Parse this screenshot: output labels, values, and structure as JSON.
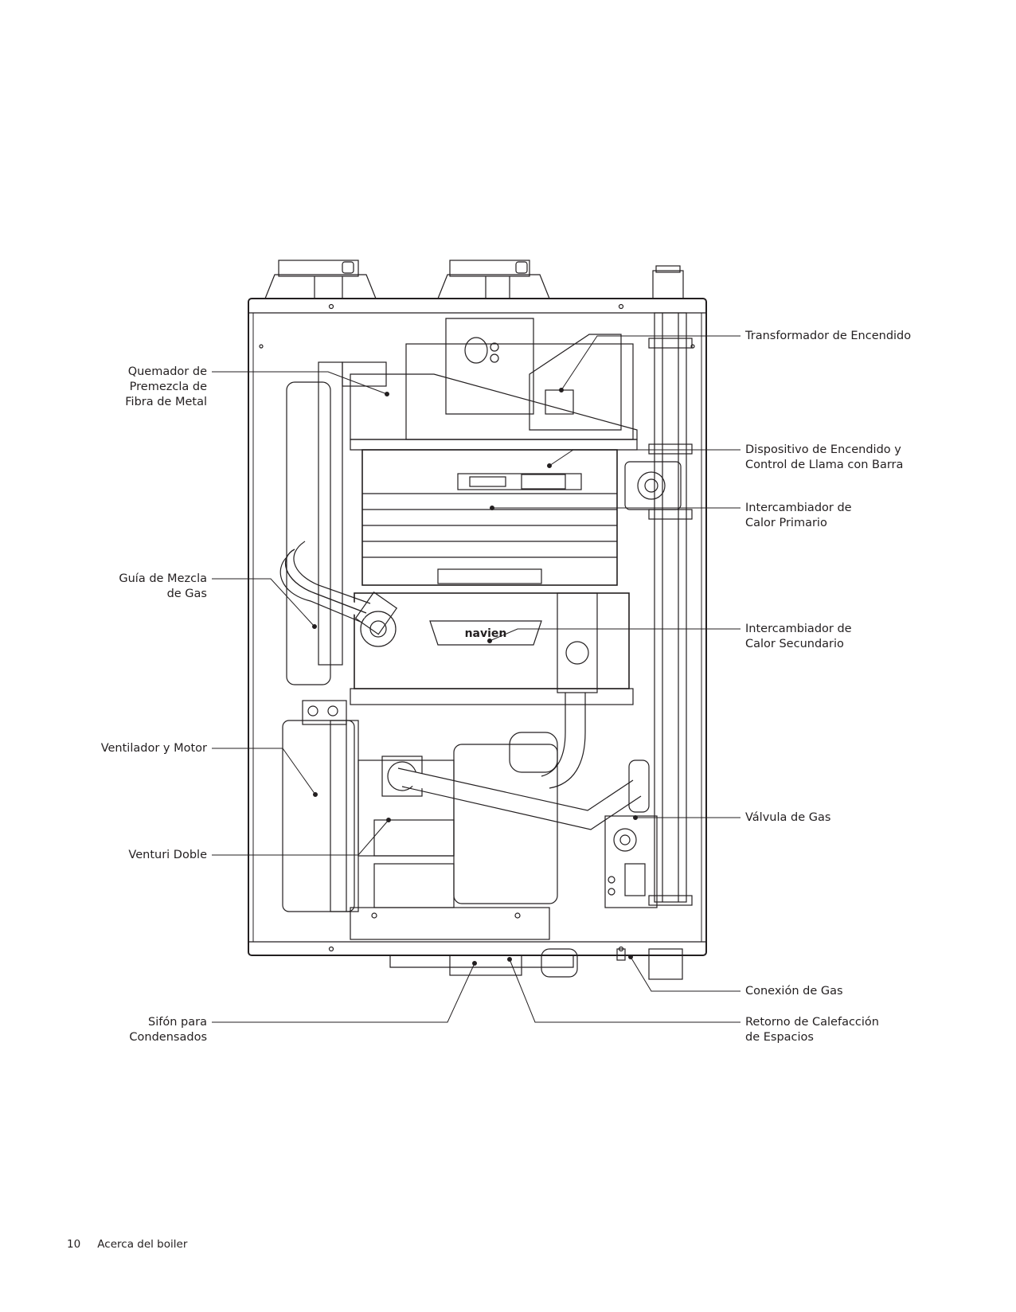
{
  "callouts": {
    "transformador": [
      "Transformador de Encendido"
    ],
    "quemador": [
      "Quemador de",
      "Premezcla de",
      "Fibra de Metal"
    ],
    "dispositivo": [
      "Dispositivo de Encendido y",
      "Control de Llama con Barra"
    ],
    "primario": [
      "Intercambiador de",
      "Calor Primario"
    ],
    "guia": [
      "Guía de Mezcla",
      "de Gas"
    ],
    "secundario": [
      "Intercambiador de",
      "Calor Secundario"
    ],
    "ventilador": [
      "Ventilador y Motor"
    ],
    "valvula": [
      "Válvula de Gas"
    ],
    "venturi": [
      "Venturi Doble"
    ],
    "conexion": [
      "Conexión de Gas"
    ],
    "sifon": [
      "Sifón para",
      "Condensados"
    ],
    "retorno": [
      "Retorno de Calefacción",
      "de Espacios"
    ]
  },
  "brand_logo": "navien",
  "footer": {
    "page_number": "10",
    "section": "Acerca del boiler"
  }
}
